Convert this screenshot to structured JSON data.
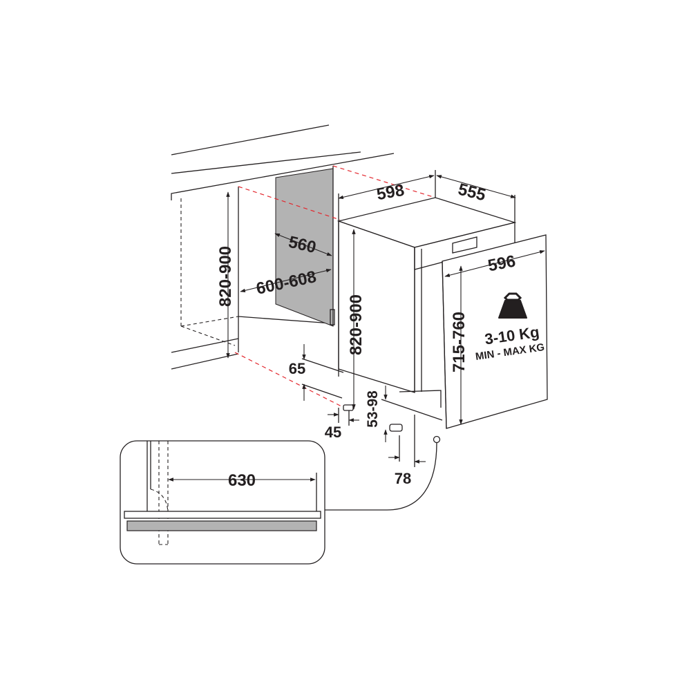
{
  "dimensions": {
    "cabinet_depth": "560",
    "niche_width": "600-608",
    "niche_height": "820-900",
    "appliance_width": "598",
    "appliance_depth": "555",
    "appliance_height": "820-900",
    "door_width": "596",
    "door_height": "715-760",
    "plinth_height": "65",
    "foot_offset": "45",
    "feet_height": "53-98",
    "door_gap": "78",
    "detail_clearance": "630"
  },
  "door_weight": {
    "value": "3-10 Kg",
    "caption": "MIN - MAX KG"
  },
  "colors": {
    "line": "#231f20",
    "cut_line": "#e3262d",
    "panel_fill": "#b3b3b3"
  },
  "icons": {
    "weight": "weight-icon"
  }
}
